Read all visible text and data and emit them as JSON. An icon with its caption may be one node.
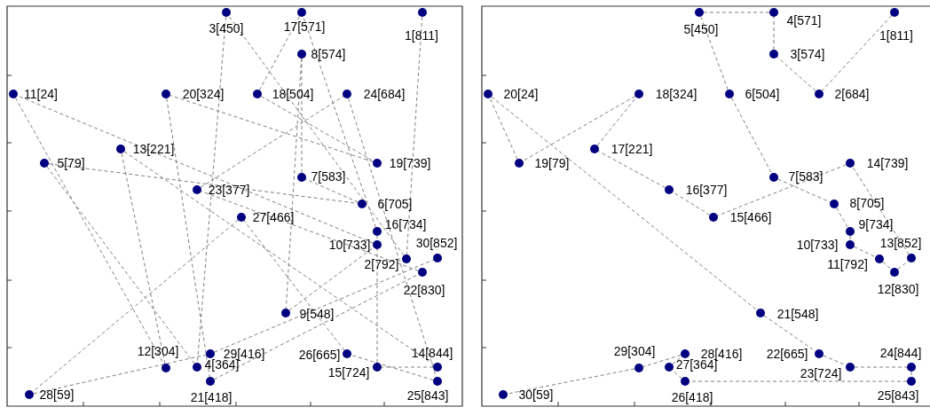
{
  "diagram": {
    "nodes": [
      {
        "text": [],
        "shape": "circle",
        "beside": [
          "1[811]"
        ]
      },
      {
        "text": [],
        "shape": "circle",
        "beside": [
          "2[792]"
        ]
      },
      {
        "text": [],
        "shape": "circle",
        "beside": [
          "3[450]"
        ]
      },
      {
        "text": [],
        "shape": "circle",
        "beside": [
          "4[364]"
        ]
      },
      {
        "text": [],
        "shape": "circle",
        "beside": [
          "5[79]"
        ]
      },
      {
        "text": [],
        "shape": "circle",
        "beside": [
          "6[705]"
        ]
      },
      {
        "text": [],
        "shape": "circle",
        "beside": [
          "7[583]"
        ]
      },
      {
        "text": [],
        "shape": "circle",
        "beside": [
          "8[574]"
        ]
      },
      {
        "text": [],
        "shape": "circle",
        "beside": [
          "9[548]"
        ]
      },
      {
        "text": [],
        "shape": "circle",
        "beside": [
          "10[733]"
        ]
      },
      {
        "text": [],
        "shape": "circle",
        "beside": [
          "11[24]"
        ]
      },
      {
        "text": [],
        "shape": "circle",
        "beside": [
          "12[304]"
        ]
      },
      {
        "text": [],
        "shape": "circle",
        "beside": [
          "13[221]"
        ]
      },
      {
        "text": [],
        "shape": "circle",
        "beside": [
          "14[844]"
        ]
      },
      {
        "text": [],
        "shape": "circle",
        "beside": [
          "15[724]"
        ]
      },
      {
        "text": [],
        "shape": "circle",
        "beside": [
          "16[734]"
        ]
      },
      {
        "text": [],
        "shape": "circle",
        "beside": [
          "17[571]"
        ]
      },
      {
        "text": [],
        "shape": "circle",
        "beside": [
          "18[504]"
        ]
      },
      {
        "text": [],
        "shape": "circle",
        "beside": [
          "19[739]"
        ]
      },
      {
        "text": [],
        "shape": "circle",
        "beside": [
          "20[324]"
        ]
      },
      {
        "text": [],
        "shape": "circle",
        "beside": [
          "21[418]"
        ]
      },
      {
        "text": [],
        "shape": "circle",
        "beside": [
          "22[830]"
        ]
      },
      {
        "text": [],
        "shape": "circle",
        "beside": [
          "23[377]"
        ]
      },
      {
        "text": [],
        "shape": "circle",
        "beside": [
          "24[684]"
        ]
      },
      {
        "text": [],
        "shape": "circle",
        "beside": [
          "25[843]"
        ]
      },
      {
        "text": [],
        "shape": "circle",
        "beside": [
          "26[665]"
        ]
      },
      {
        "text": [],
        "shape": "circle",
        "beside": [
          "27[466]"
        ]
      },
      {
        "text": [],
        "shape": "circle",
        "beside": [
          "28[59]"
        ]
      },
      {
        "text": [],
        "shape": "circle",
        "beside": [
          "29[416]"
        ]
      },
      {
        "text": [],
        "shape": "circle",
        "beside": [
          "30[852]"
        ]
      },
      {
        "text": [],
        "shape": "circle",
        "beside": [
          "1[811]"
        ]
      },
      {
        "text": [],
        "shape": "circle",
        "beside": [
          "2[684]"
        ]
      },
      {
        "text": [],
        "shape": "circle",
        "beside": [
          "3[574]"
        ]
      },
      {
        "text": [],
        "shape": "circle",
        "beside": [
          "4[571]"
        ]
      },
      {
        "text": [],
        "shape": "circle",
        "beside": [
          "5[450]"
        ]
      },
      {
        "text": [],
        "shape": "circle",
        "beside": [
          "6[504]"
        ]
      },
      {
        "text": [],
        "shape": "circle",
        "beside": [
          "7[583]"
        ]
      },
      {
        "text": [],
        "shape": "circle",
        "beside": [
          "8[705]"
        ]
      },
      {
        "text": [],
        "shape": "circle",
        "beside": [
          "9[734]"
        ]
      },
      {
        "text": [],
        "shape": "circle",
        "beside": [
          "10[733]"
        ]
      },
      {
        "text": [],
        "shape": "circle",
        "beside": [
          "11[792]"
        ]
      },
      {
        "text": [],
        "shape": "circle",
        "beside": [
          "12[830]"
        ]
      },
      {
        "text": [],
        "shape": "circle",
        "beside": [
          "13[852]"
        ]
      },
      {
        "text": [],
        "shape": "circle",
        "beside": [
          "14[739]"
        ]
      },
      {
        "text": [],
        "shape": "circle",
        "beside": [
          "15[466]"
        ]
      },
      {
        "text": [],
        "shape": "circle",
        "beside": [
          "16[377]"
        ]
      },
      {
        "text": [],
        "shape": "circle",
        "beside": [
          "17[221]"
        ]
      },
      {
        "text": [],
        "shape": "circle",
        "beside": [
          "18[324]"
        ]
      },
      {
        "text": [],
        "shape": "circle",
        "beside": [
          "19[79]"
        ]
      },
      {
        "text": [],
        "shape": "circle",
        "beside": [
          "20[24]"
        ]
      },
      {
        "text": [],
        "shape": "circle",
        "beside": [
          "21[548]"
        ]
      },
      {
        "text": [],
        "shape": "circle",
        "beside": [
          "22[665]"
        ]
      },
      {
        "text": [],
        "shape": "circle",
        "beside": [
          "23[724]"
        ]
      },
      {
        "text": [],
        "shape": "circle",
        "beside": [
          "24[844]"
        ]
      },
      {
        "text": [],
        "shape": "circle",
        "beside": [
          "25[843]"
        ]
      },
      {
        "text": [],
        "shape": "circle",
        "beside": [
          "26[418]"
        ]
      },
      {
        "text": [],
        "shape": "circle",
        "beside": [
          "27[364]"
        ]
      },
      {
        "text": [],
        "shape": "circle",
        "beside": [
          "28[416]"
        ]
      },
      {
        "text": [],
        "shape": "circle",
        "beside": [
          "29[304]"
        ]
      },
      {
        "text": [],
        "shape": "circle",
        "beside": [
          "30[59]"
        ]
      }
    ],
    "edges": [
      {
        "from": 0,
        "to": 1,
        "arrow": "none"
      },
      {
        "from": 1,
        "to": 2,
        "arrow": "none"
      },
      {
        "from": 2,
        "to": 3,
        "arrow": "none"
      },
      {
        "from": 3,
        "to": 4,
        "arrow": "none"
      },
      {
        "from": 4,
        "to": 5,
        "arrow": "none"
      },
      {
        "from": 5,
        "to": 6,
        "arrow": "none"
      },
      {
        "from": 6,
        "to": 7,
        "arrow": "none"
      },
      {
        "from": 7,
        "to": 8,
        "arrow": "none"
      },
      {
        "from": 8,
        "to": 9,
        "arrow": "none"
      },
      {
        "from": 9,
        "to": 10,
        "arrow": "none"
      },
      {
        "from": 10,
        "to": 11,
        "arrow": "none"
      },
      {
        "from": 11,
        "to": 12,
        "arrow": "none"
      },
      {
        "from": 12,
        "to": 13,
        "arrow": "none"
      },
      {
        "from": 13,
        "to": 14,
        "arrow": "none"
      },
      {
        "from": 14,
        "to": 15,
        "arrow": "none"
      },
      {
        "from": 15,
        "to": 16,
        "arrow": "none"
      },
      {
        "from": 16,
        "to": 17,
        "arrow": "none"
      },
      {
        "from": 17,
        "to": 18,
        "arrow": "none"
      },
      {
        "from": 18,
        "to": 19,
        "arrow": "none"
      },
      {
        "from": 19,
        "to": 20,
        "arrow": "none"
      },
      {
        "from": 20,
        "to": 21,
        "arrow": "none"
      },
      {
        "from": 21,
        "to": 22,
        "arrow": "none"
      },
      {
        "from": 22,
        "to": 23,
        "arrow": "none"
      },
      {
        "from": 23,
        "to": 24,
        "arrow": "none"
      },
      {
        "from": 24,
        "to": 25,
        "arrow": "none"
      },
      {
        "from": 25,
        "to": 26,
        "arrow": "none"
      },
      {
        "from": 26,
        "to": 27,
        "arrow": "none"
      },
      {
        "from": 27,
        "to": 28,
        "arrow": "none"
      },
      {
        "from": 28,
        "to": 29,
        "arrow": "none"
      },
      {
        "from": 30,
        "to": 31,
        "arrow": "none"
      },
      {
        "from": 31,
        "to": 32,
        "arrow": "none"
      },
      {
        "from": 32,
        "to": 33,
        "arrow": "none"
      },
      {
        "from": 33,
        "to": 34,
        "arrow": "none"
      },
      {
        "from": 34,
        "to": 35,
        "arrow": "none"
      },
      {
        "from": 35,
        "to": 36,
        "arrow": "none"
      },
      {
        "from": 36,
        "to": 37,
        "arrow": "none"
      },
      {
        "from": 37,
        "to": 38,
        "arrow": "none"
      },
      {
        "from": 38,
        "to": 39,
        "arrow": "none"
      },
      {
        "from": 39,
        "to": 40,
        "arrow": "none"
      },
      {
        "from": 40,
        "to": 41,
        "arrow": "none"
      },
      {
        "from": 41,
        "to": 42,
        "arrow": "none"
      },
      {
        "from": 42,
        "to": 43,
        "arrow": "none"
      },
      {
        "from": 43,
        "to": 44,
        "arrow": "none"
      },
      {
        "from": 44,
        "to": 45,
        "arrow": "none"
      },
      {
        "from": 45,
        "to": 46,
        "arrow": "none"
      },
      {
        "from": 46,
        "to": 47,
        "arrow": "none"
      },
      {
        "from": 47,
        "to": 48,
        "arrow": "none"
      },
      {
        "from": 48,
        "to": 49,
        "arrow": "none"
      },
      {
        "from": 49,
        "to": 50,
        "arrow": "none"
      },
      {
        "from": 50,
        "to": 51,
        "arrow": "none"
      },
      {
        "from": 51,
        "to": 52,
        "arrow": "none"
      },
      {
        "from": 52,
        "to": 53,
        "arrow": "none"
      },
      {
        "from": 53,
        "to": 54,
        "arrow": "none"
      },
      {
        "from": 54,
        "to": 55,
        "arrow": "none"
      },
      {
        "from": 55,
        "to": 56,
        "arrow": "none"
      },
      {
        "from": 56,
        "to": 57,
        "arrow": "none"
      },
      {
        "from": 57,
        "to": 58,
        "arrow": "none"
      },
      {
        "from": 58,
        "to": 59,
        "arrow": "none"
      }
    ]
  }
}
